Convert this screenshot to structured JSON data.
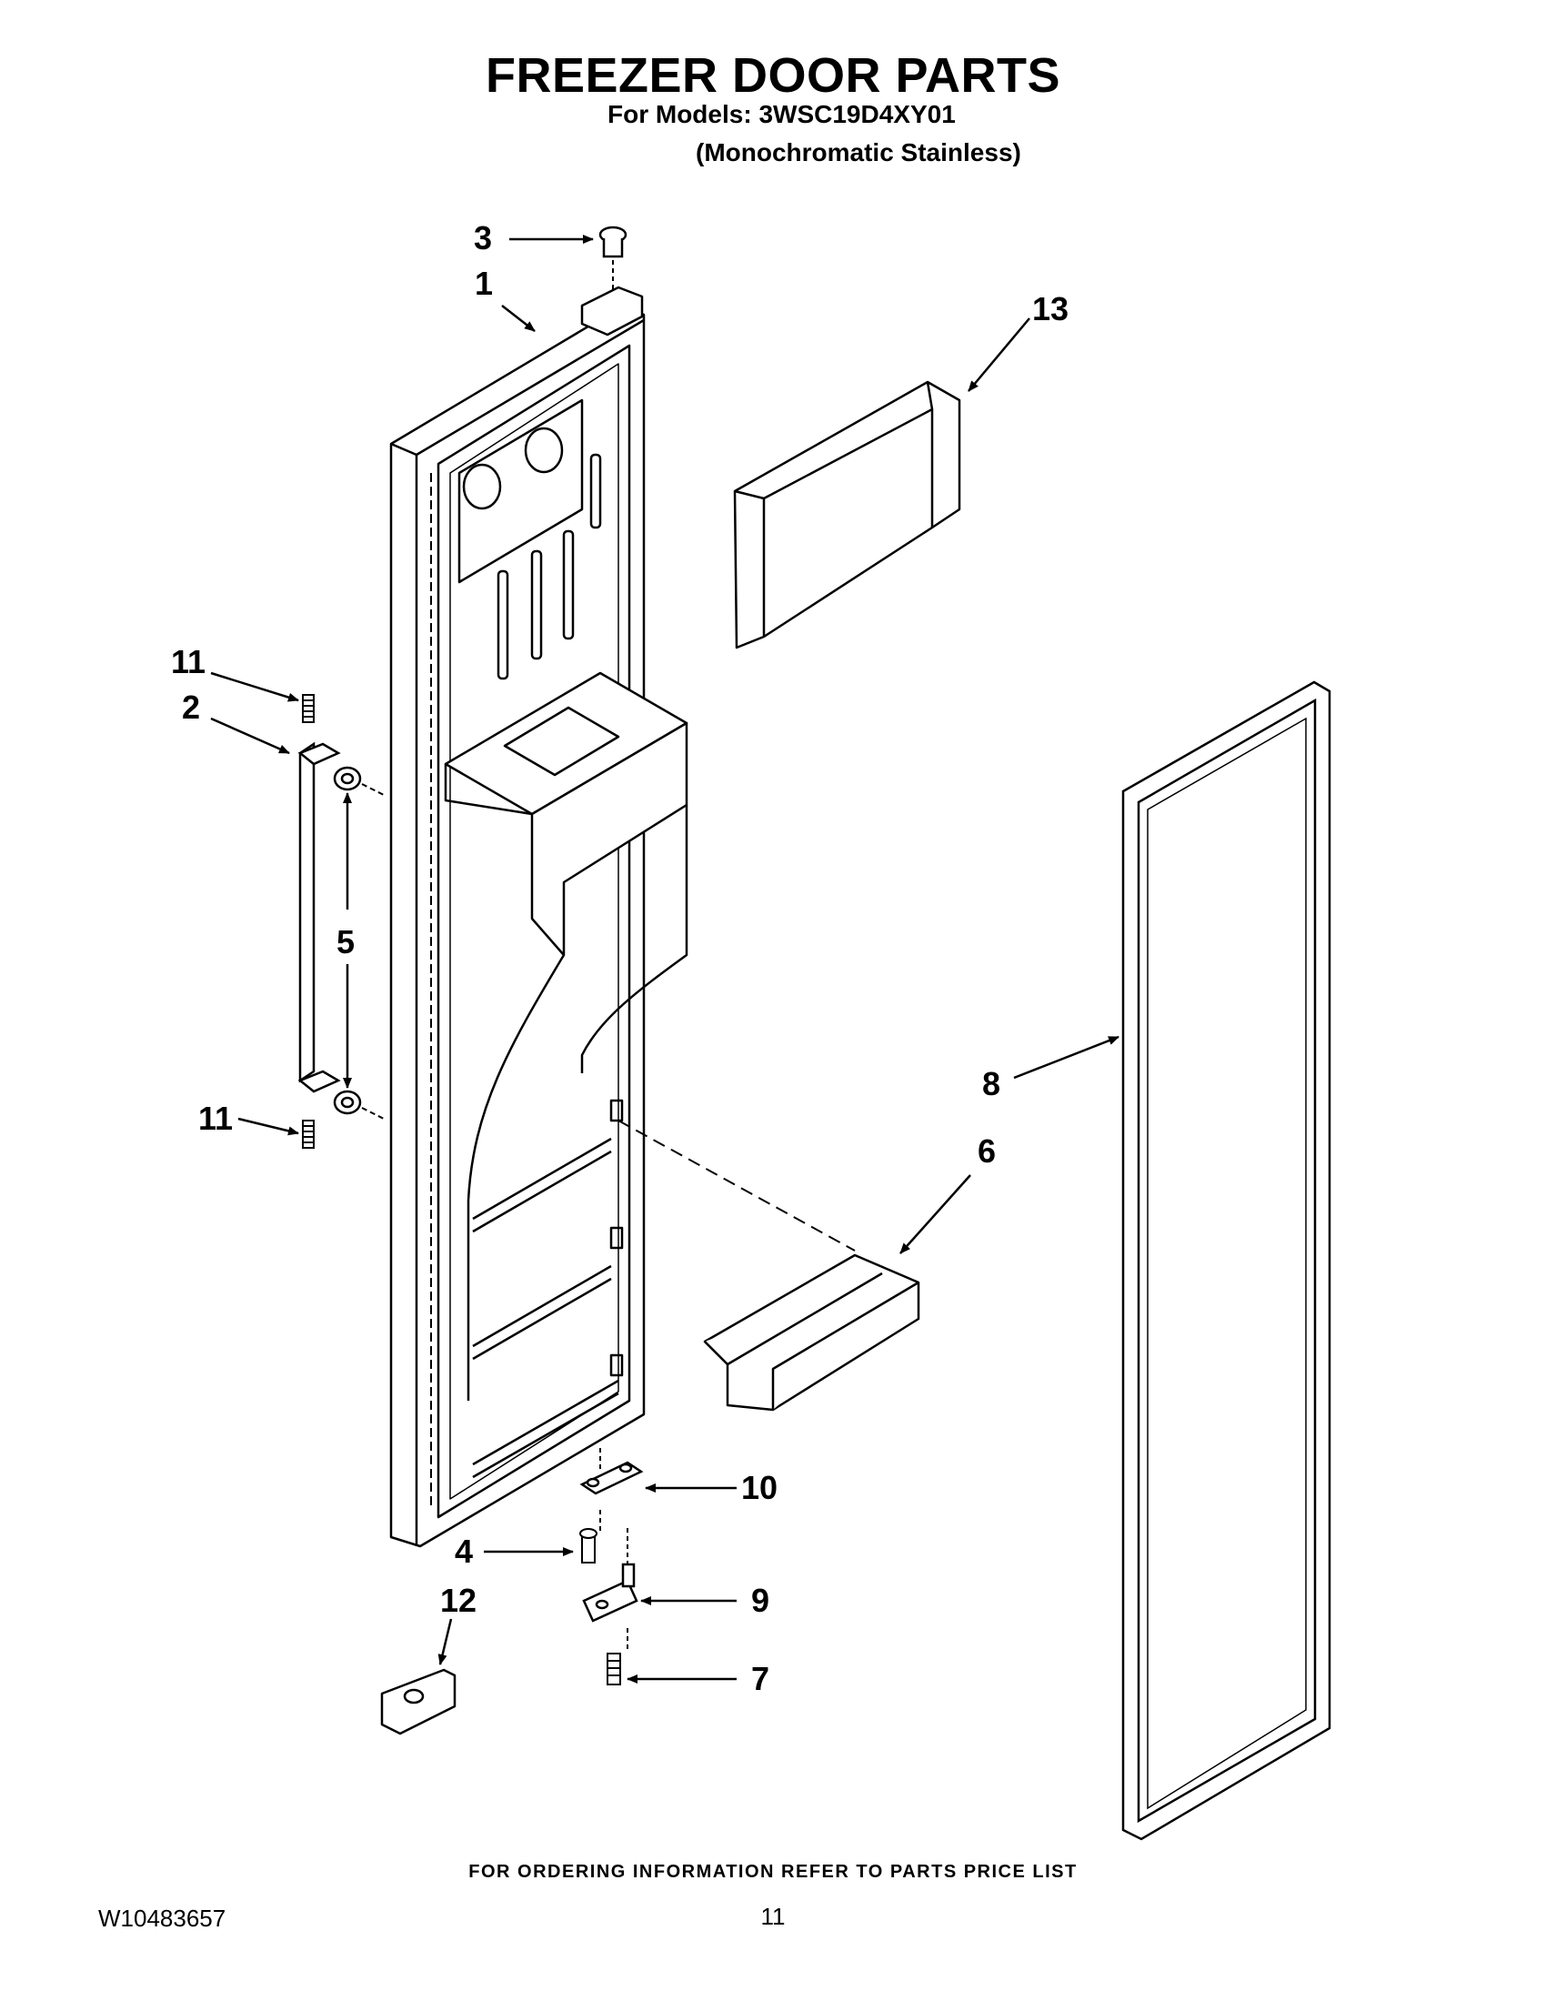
{
  "header": {
    "title": "FREEZER DOOR PARTS",
    "models_line": "For Models: 3WSC19D4XY01",
    "finish_line": "(Monochromatic Stainless)"
  },
  "callouts": [
    "1",
    "2",
    "3",
    "4",
    "5",
    "6",
    "7",
    "8",
    "9",
    "10",
    "11",
    "11",
    "12",
    "13"
  ],
  "footer": {
    "ordering_note": "FOR ORDERING INFORMATION REFER TO PARTS PRICE LIST",
    "document_number": "W10483657",
    "page_number": "11"
  }
}
